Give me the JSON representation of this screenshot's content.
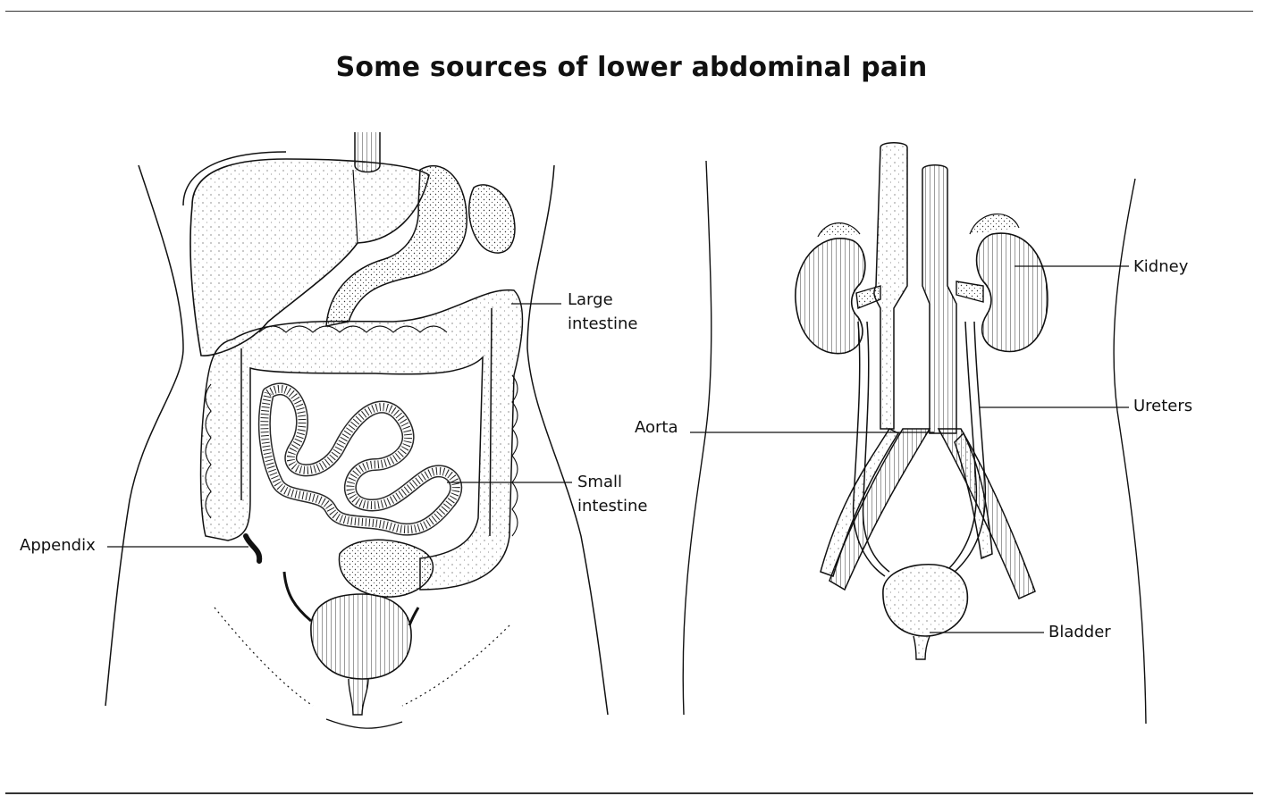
{
  "title": "Some sources of lower abdominal pain",
  "labels": {
    "large_intestine": [
      "Large",
      "intestine"
    ],
    "small_intestine": [
      "Small",
      "intestine"
    ],
    "appendix": "Appendix",
    "aorta": "Aorta",
    "kidney": "Kidney",
    "ureters": "Ureters",
    "bladder": "Bladder"
  }
}
